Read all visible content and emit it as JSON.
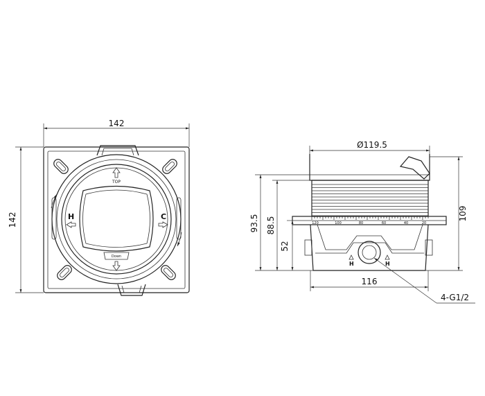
{
  "front_view": {
    "width_dim": "142",
    "height_dim": "142",
    "label_top": "TOP",
    "label_down": "Down",
    "label_hot": "H",
    "label_cold": "C"
  },
  "side_view": {
    "diameter_dim": "Ø119.5",
    "dim_93_5": "93.5",
    "dim_88_5": "88.5",
    "dim_52": "52",
    "dim_109": "109",
    "dim_116": "116",
    "port_note": "4-G1/2",
    "label_hot_left": "H",
    "label_hot_right": "H",
    "scale_labels": [
      "120",
      "100",
      "80",
      "60",
      "40",
      "20"
    ]
  }
}
